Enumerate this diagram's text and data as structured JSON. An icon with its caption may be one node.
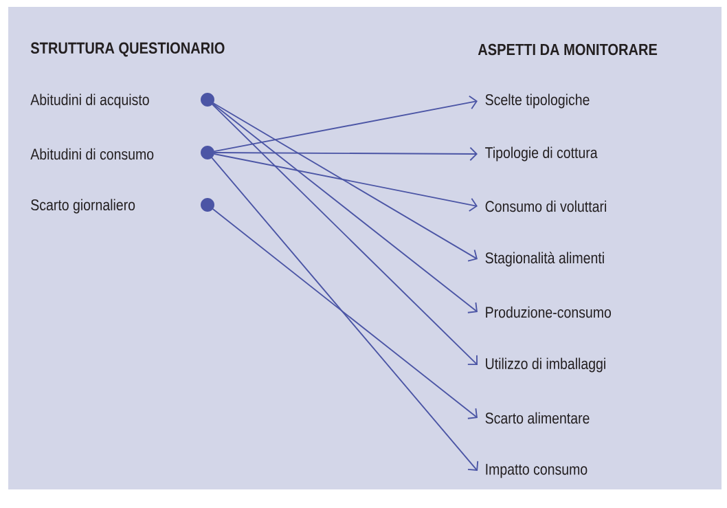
{
  "diagram": {
    "nodes": [
      {
        "text": [],
        "shape": "circle"
      },
      {
        "text": [],
        "shape": "circle"
      },
      {
        "text": [],
        "shape": "circle"
      },
      {
        "text": [
          "Scelte tipologiche"
        ]
      },
      {
        "text": [
          "Tipologie di cottura"
        ]
      },
      {
        "text": [
          "Consumo di voluttari"
        ]
      },
      {
        "text": [
          "Stagionalità alimenti"
        ]
      },
      {
        "text": [
          "Produzione-consumo"
        ]
      },
      {
        "text": [
          "Utilizzo di imballaggi"
        ]
      },
      {
        "text": [
          "Scarto alimentare"
        ]
      },
      {
        "text": [
          "Impatto consumo"
        ]
      }
    ],
    "edges": [
      {
        "from": 0,
        "to": 6,
        "arrow": "to"
      },
      {
        "from": 0,
        "to": 7,
        "arrow": "to"
      },
      {
        "from": 0,
        "to": 8,
        "arrow": "to"
      },
      {
        "from": 1,
        "to": 3,
        "arrow": "to"
      },
      {
        "from": 1,
        "to": 4,
        "arrow": "to"
      },
      {
        "from": 1,
        "to": 5,
        "arrow": "to"
      },
      {
        "from": 1,
        "to": 10,
        "arrow": "to"
      },
      {
        "from": 2,
        "to": 9,
        "arrow": "to"
      }
    ],
    "labels": [
      "STRUTTURA QUESTIONARIO",
      "ASPETTI DA MONITORARE",
      "Abitudini di acquisto",
      "Abitudini di consumo",
      "Scarto giornaliero"
    ]
  }
}
